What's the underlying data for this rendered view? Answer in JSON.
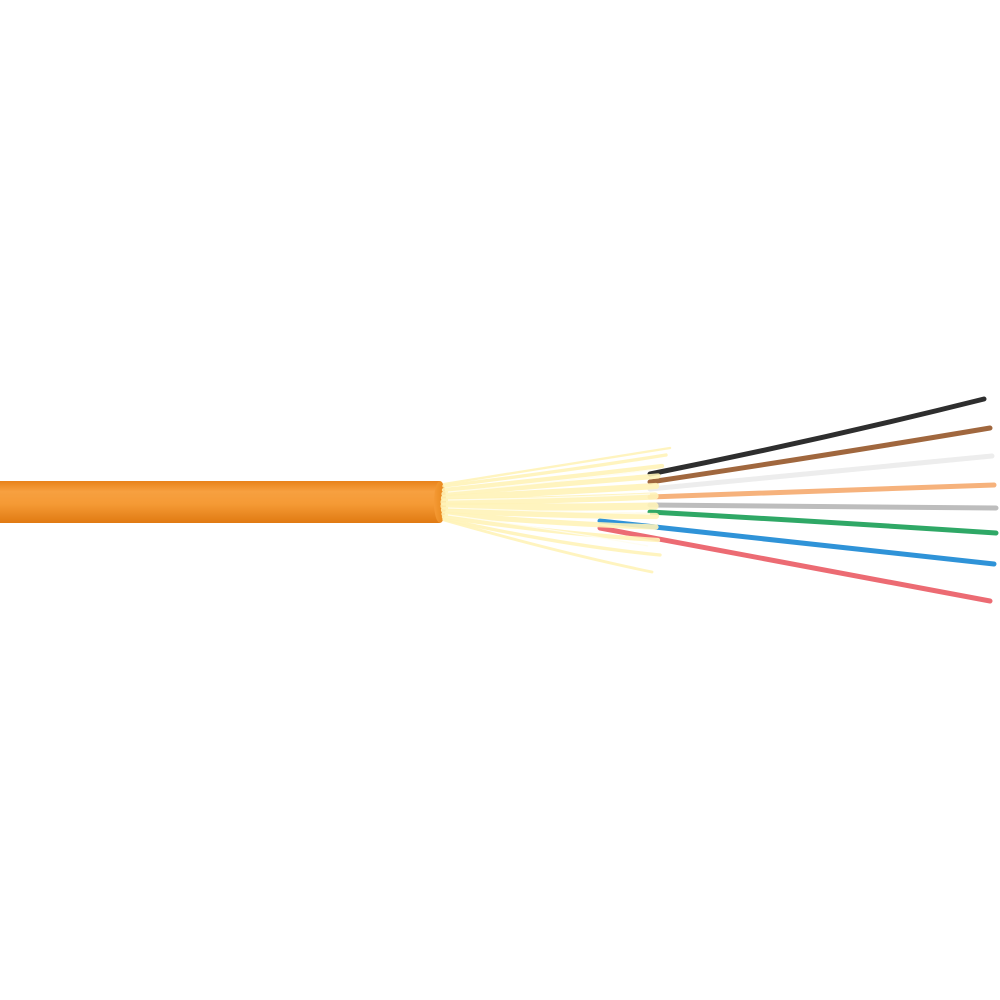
{
  "product": {
    "cable_type": "fiber-optic-distribution-cable",
    "jacket_color": "#F5962D",
    "strength_member_color": "#FFF3B8",
    "background_color": "#FFFFFF"
  },
  "fibers": [
    {
      "name": "black",
      "color": "#2E2E2E"
    },
    {
      "name": "brown",
      "color": "#A0673E"
    },
    {
      "name": "white",
      "color": "#F3F3F3"
    },
    {
      "name": "orange",
      "color": "#F6B27C"
    },
    {
      "name": "slate",
      "color": "#BDBDBD"
    },
    {
      "name": "green",
      "color": "#2FA866"
    },
    {
      "name": "blue",
      "color": "#2F93D8"
    },
    {
      "name": "red",
      "color": "#EC6B73"
    }
  ]
}
